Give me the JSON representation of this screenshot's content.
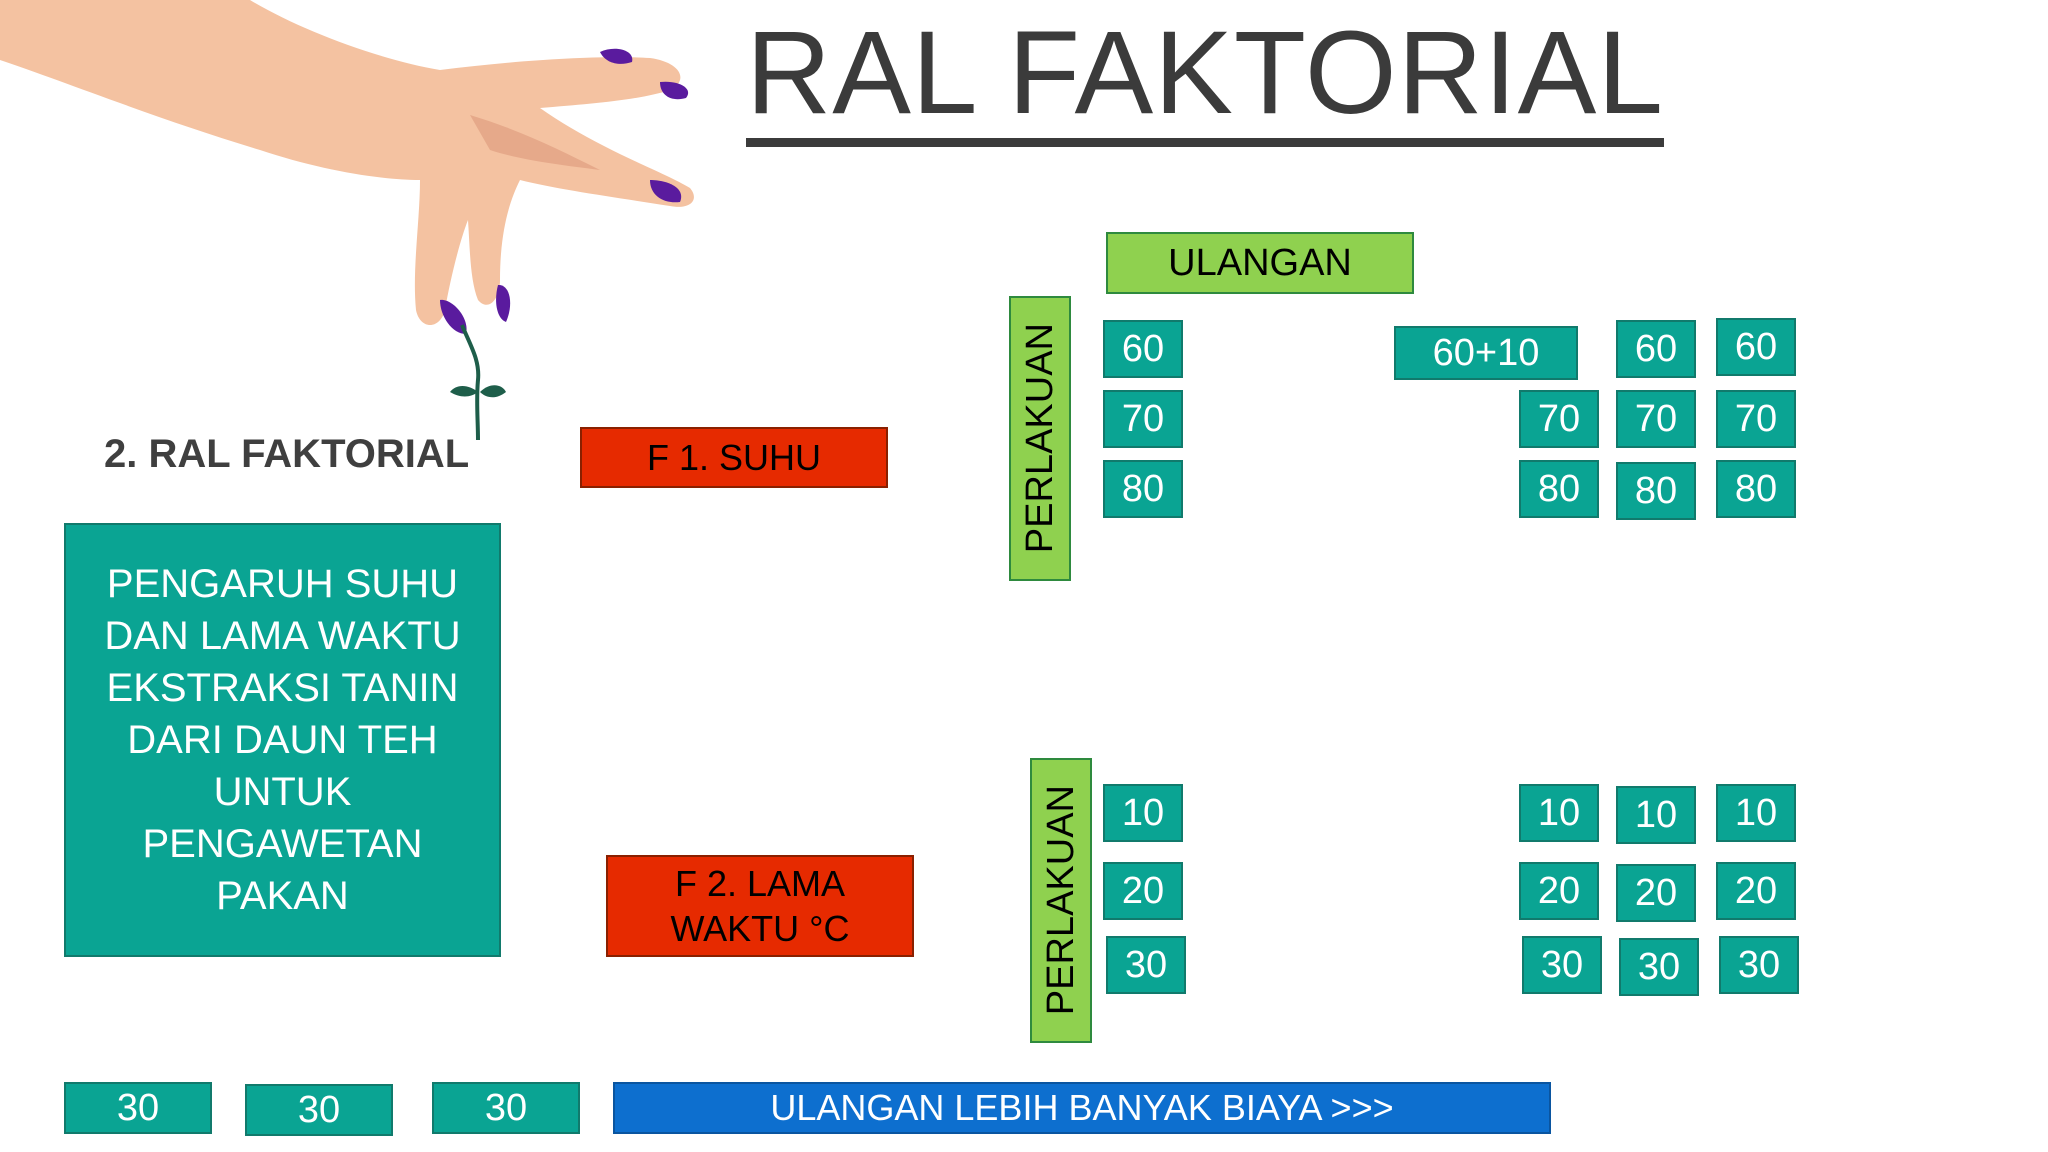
{
  "title": "RAL FAKTORIAL",
  "subtitle": "2. RAL FAKTORIAL",
  "description": [
    "PENGARUH SUHU",
    "DAN LAMA WAKTU",
    "EKSTRAKSI TANIN",
    "DARI DAUN TEH",
    "UNTUK",
    "PENGAWETAN",
    "PAKAN"
  ],
  "ulangan_header": "ULANGAN",
  "perlakuan_label": "PERLAKUAN",
  "factor1": {
    "label": "F 1. SUHU",
    "values": [
      "60",
      "70",
      "80"
    ]
  },
  "factor1_grid": {
    "col1": [
      "60+10",
      "70",
      "80"
    ],
    "col2": [
      "60",
      "70",
      "80"
    ],
    "col3": [
      "60",
      "70",
      "80"
    ]
  },
  "factor2": {
    "label_lines": [
      "F 2. LAMA",
      "WAKTU °C"
    ],
    "values": [
      "10",
      "20",
      "30"
    ]
  },
  "factor2_grid": {
    "col1": [
      "10",
      "20",
      "30"
    ],
    "col2": [
      "10",
      "20",
      "30"
    ],
    "col3": [
      "10",
      "20",
      "30"
    ]
  },
  "bottom_boxes": [
    "30",
    "30",
    "30"
  ],
  "bottom_bar": "ULANGAN LEBIH BANYAK BIAYA >>>",
  "colors": {
    "teal": "#0aa493",
    "lime": "#8fd14f",
    "red": "#e62a00",
    "blue": "#0d6fcf",
    "title": "#3b3b3b",
    "nail": "#5a1b9e",
    "skin": "#f4c2a1"
  }
}
